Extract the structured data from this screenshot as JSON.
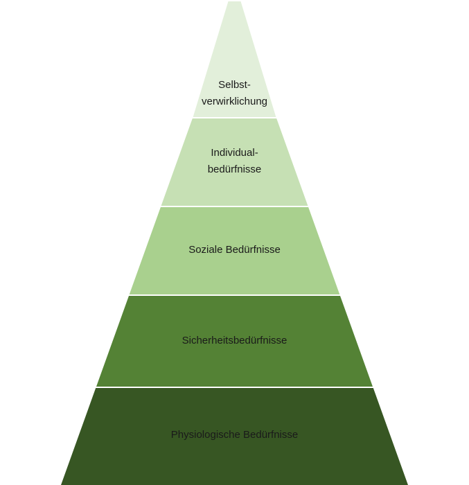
{
  "levels": [
    {
      "lines": [
        "Selbst-",
        "verwirklichung"
      ],
      "color": "#e2efda"
    },
    {
      "lines": [
        "Individual-",
        "bedürfnisse"
      ],
      "color": "#c6e0b4"
    },
    {
      "lines": [
        "Soziale Bedürfnisse"
      ],
      "color": "#a9d08e"
    },
    {
      "lines": [
        "Sicherheitsbedürfnisse"
      ],
      "color": "#548235"
    },
    {
      "lines": [
        "Physiologische Bedürfnisse"
      ],
      "color": "#375623"
    }
  ]
}
